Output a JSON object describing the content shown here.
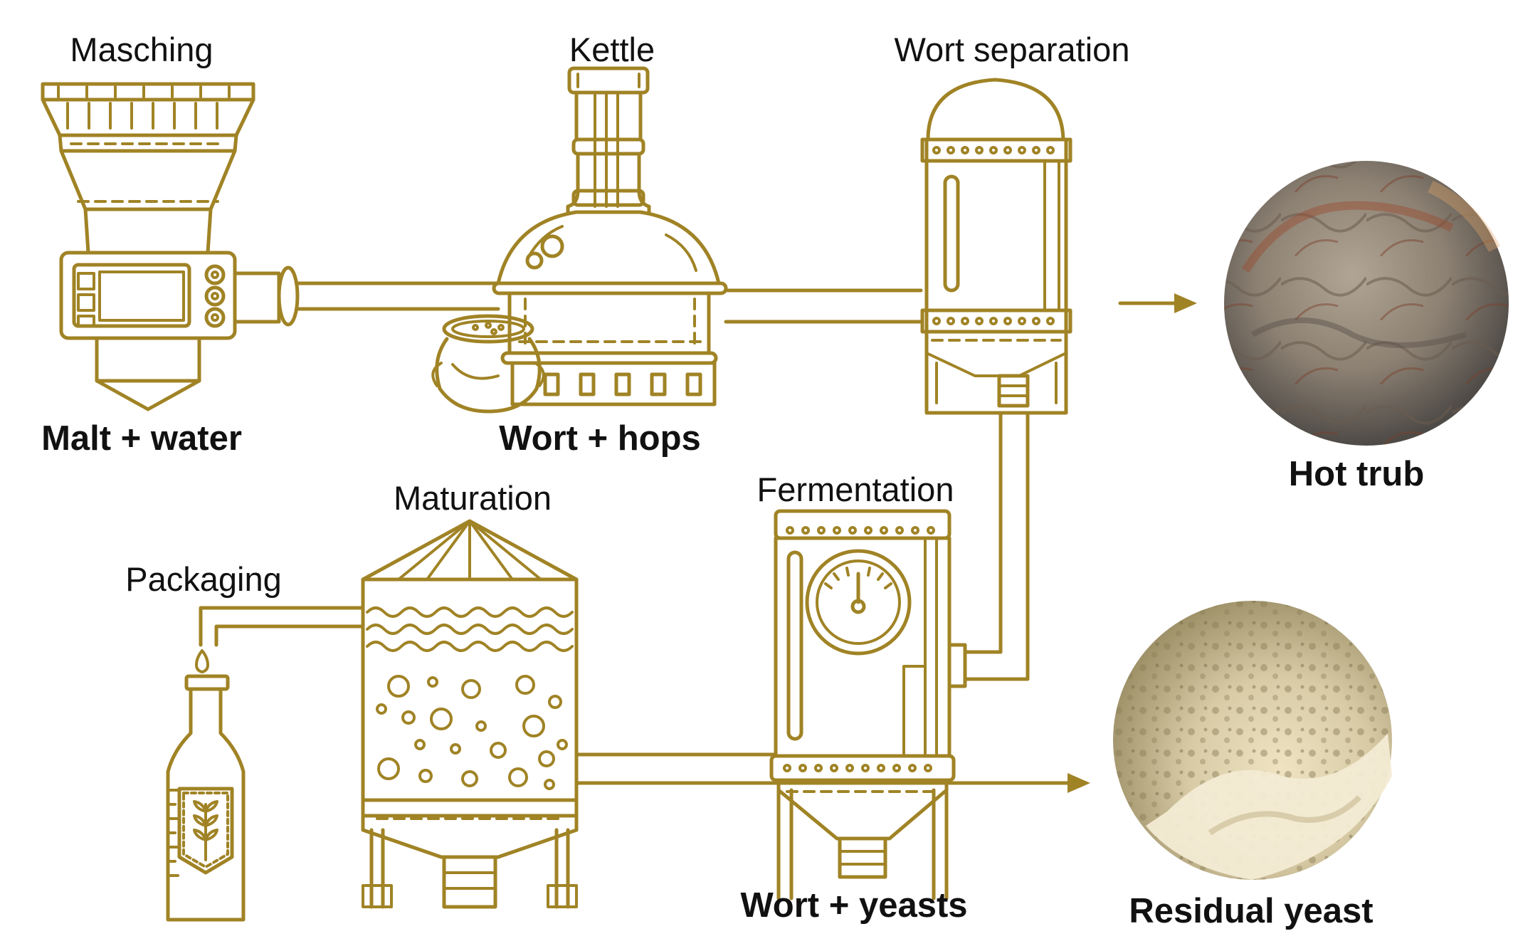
{
  "colors": {
    "equipment": "#A08325",
    "text": "#111111",
    "background": "#FFFFFF",
    "hot_trub": "#8a7d6f",
    "residual_yeast": "#cfc3a3"
  },
  "stages": [
    {
      "id": "masching",
      "label": "Masching"
    },
    {
      "id": "kettle",
      "label": "Kettle"
    },
    {
      "id": "wort-separation",
      "label": "Wort separation"
    },
    {
      "id": "fermentation",
      "label": "Fermentation"
    },
    {
      "id": "maturation",
      "label": "Maturation"
    },
    {
      "id": "packaging",
      "label": "Packaging"
    }
  ],
  "inputs": {
    "masching": "Malt + water",
    "kettle": "Wort + hops",
    "fermentation": "Wort + yeasts"
  },
  "outputs": {
    "hot_trub": "Hot trub",
    "residual_yeast": "Residual yeast"
  }
}
